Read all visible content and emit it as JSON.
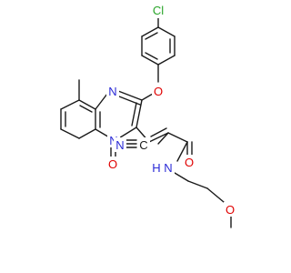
{
  "molecule": {
    "colors": {
      "bond": "#1a1a1a",
      "C": "#1a1a1a",
      "N": "#2a2ad6",
      "O": "#e00000",
      "Cl": "#27a427"
    },
    "labels": {
      "cl": "Cl",
      "o_ether": "O",
      "n_ring_top": "N",
      "n_ring_bottom": "N",
      "o_carbonyl_ring": "O",
      "n_nitrile": "N",
      "c_nitrile": "C",
      "o_amide": "O",
      "nh_amide": "N",
      "h_amide": "H",
      "o_methoxy": "O"
    }
  }
}
